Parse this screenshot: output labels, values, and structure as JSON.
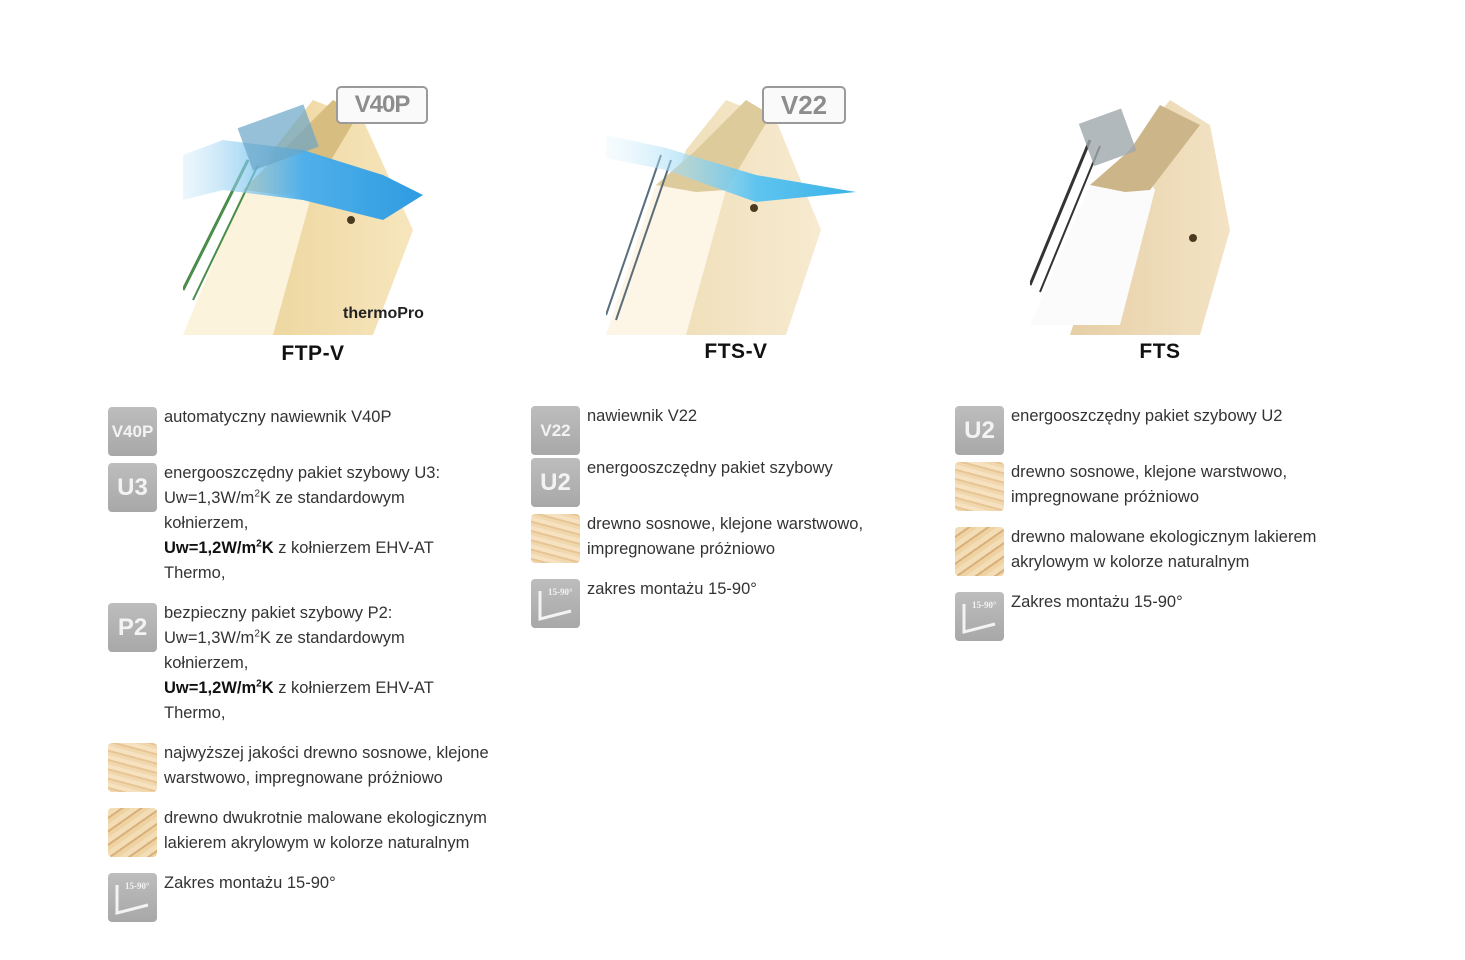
{
  "products": [
    {
      "name": "FTP-V",
      "badge": "V40P",
      "brand_mark": "thermoPro",
      "features": [
        {
          "icon": "V40P",
          "text": "automatyczny nawiewnik V40P"
        },
        {
          "icon": "U3",
          "line1": "energooszczędny pakiet szybowy U3:",
          "line2a": "Uw=1,3W/m",
          "line2sup": "2",
          "line2b": "K ze standardowym",
          "line3": "kołnierzem,",
          "bold_a": "Uw=1,2W/m",
          "bold_sup": "2",
          "bold_b": "K",
          "line4": " z kołnierzem EHV-AT",
          "line5": "Thermo,"
        },
        {
          "icon": "P2",
          "line1": "bezpieczny pakiet szybowy P2:",
          "line2a": "Uw=1,3W/m",
          "line2sup": "2",
          "line2b": "K ze standardowym",
          "line3": "kołnierzem,",
          "bold_a": "Uw=1,2W/m",
          "bold_sup": "2",
          "bold_b": "K",
          "line4": " z kołnierzem EHV-AT",
          "line5": "Thermo,"
        },
        {
          "icon": "wood-pine",
          "line1": "najwyższej jakości drewno sosnowe, klejone",
          "line2": "warstwowo, impregnowane próżniowo"
        },
        {
          "icon": "wood-painted",
          "line1": "drewno dwukrotnie malowane ekologicznym",
          "line2": "lakierem akrylowym w kolorze naturalnym"
        },
        {
          "icon": "15-90°",
          "text": "Zakres montażu 15-90°"
        }
      ]
    },
    {
      "name": "FTS-V",
      "badge": "V22",
      "features": [
        {
          "icon": "V22",
          "text": "nawiewnik V22"
        },
        {
          "icon": "U2",
          "text": "energooszczędny pakiet szybowy"
        },
        {
          "icon": "wood-pine",
          "line1": "drewno sosnowe, klejone warstwowo,",
          "line2": "impregnowane próżniowo"
        },
        {
          "icon": "15-90°",
          "text": "zakres montażu 15-90°"
        }
      ]
    },
    {
      "name": "FTS",
      "features": [
        {
          "icon": "U2",
          "text": "energooszczędny pakiet szybowy U2"
        },
        {
          "icon": "wood-pine",
          "line1": "drewno sosnowe, klejone warstwowo,",
          "line2": "impregnowane próżniowo"
        },
        {
          "icon": "wood-painted",
          "line1": "drewno malowane ekologicznym lakierem",
          "line2": "akrylowym w kolorze naturalnym"
        },
        {
          "icon": "15-90°",
          "text": "Zakres montażu 15-90°"
        }
      ]
    }
  ]
}
